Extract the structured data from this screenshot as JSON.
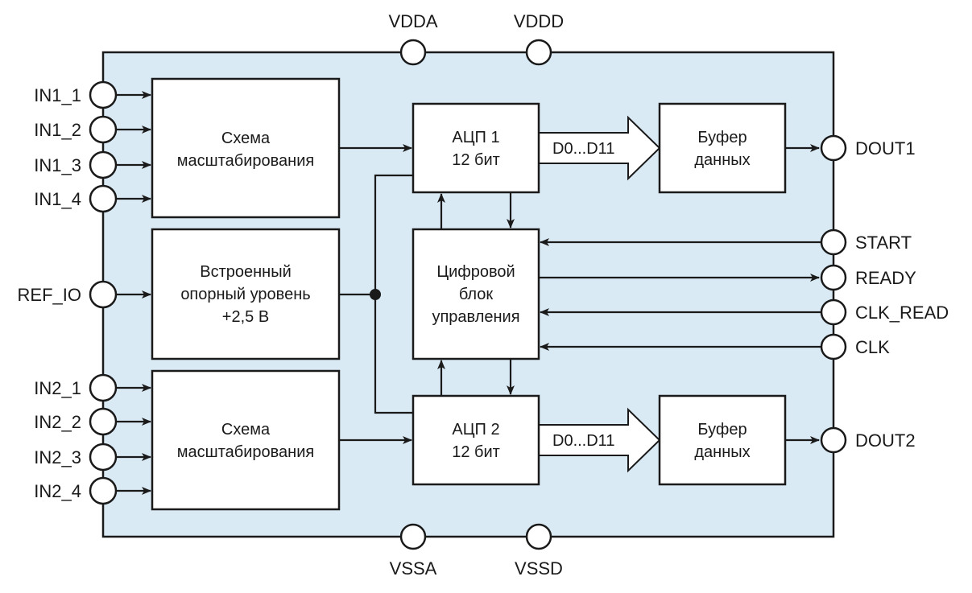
{
  "diagram": {
    "colors": {
      "chip_fill": "#daeaf5",
      "line": "#1a1a1a",
      "block_fill": "#ffffff"
    },
    "pins": {
      "top": [
        "VDDA",
        "VDDD"
      ],
      "bottom": [
        "VSSA",
        "VSSD"
      ],
      "left": [
        "IN1_1",
        "IN1_2",
        "IN1_3",
        "IN1_4",
        "REF_IO",
        "IN2_1",
        "IN2_2",
        "IN2_3",
        "IN2_4"
      ],
      "right": [
        "DOUT1",
        "START",
        "READY",
        "CLK_READ",
        "CLK",
        "DOUT2"
      ]
    },
    "blocks": {
      "scale1": [
        "Схема",
        "масштабирования"
      ],
      "ref": [
        "Встроенный",
        "опорный уровень",
        "+2,5 В"
      ],
      "scale2": [
        "Схема",
        "масштабирования"
      ],
      "adc1": [
        "АЦП 1",
        "12 бит"
      ],
      "ctrl": [
        "Цифровой",
        "блок",
        "управления"
      ],
      "adc2": [
        "АЦП 2",
        "12 бит"
      ],
      "buf1": [
        "Буфер",
        "данных"
      ],
      "buf2": [
        "Буфер",
        "данных"
      ]
    },
    "buses": {
      "bus1": "D0...D11",
      "bus2": "D0...D11"
    }
  }
}
